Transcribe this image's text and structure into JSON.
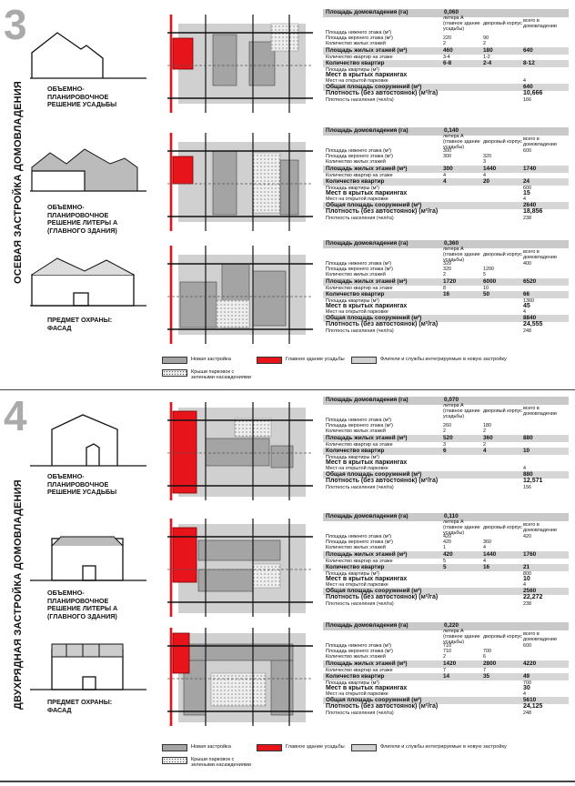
{
  "sections": [
    {
      "number": "3",
      "vertical_title": "ОСЕВАЯ ЗАСТРОЙКА ДОМОВЛАДЕНИЯ",
      "rows": [
        {
          "caption": "ОБЪЕМНО-\nПЛАНИРОВОЧНОЕ\nРЕШЕНИЕ УСАДЬБЫ",
          "table": {
            "title": "Площадь домовладения (га)",
            "area": "0,060",
            "head": [
              "литера А (главное здание усадьбы)",
              "дворовый корпус",
              "всего в домовладении"
            ],
            "rows": [
              {
                "label": "Площадь нижнего этажа (м²)",
                "v": [
                  "",
                  "",
                  ""
                ]
              },
              {
                "label": "Площадь верхнего этажа (м²)",
                "v": [
                  "220",
                  "90",
                  ""
                ]
              },
              {
                "label": "Количество жилых этажей",
                "v": [
                  "2",
                  "2",
                  ""
                ]
              },
              {
                "label": "Площадь жилых этажей (м²)",
                "v": [
                  "460",
                  "180",
                  "640"
                ],
                "shade": true
              },
              {
                "label": "Количество квартир на этаже",
                "v": [
                  "3-4",
                  "1-2",
                  ""
                ]
              },
              {
                "label": "Количество квартир",
                "v": [
                  "6-8",
                  "2-4",
                  "8-12"
                ],
                "shade": true
              },
              {
                "label": "Площадь квартиры (м²)",
                "v": [
                  "",
                  "",
                  ""
                ]
              },
              {
                "label": "Мест в крытых паркингах",
                "v": [
                  "",
                  "",
                  ""
                ],
                "big": true
              },
              {
                "label": "Мест на открытой парковке",
                "v": [
                  "",
                  "",
                  "4"
                ]
              },
              {
                "label": "Общая площадь сооружений (м²)",
                "v": [
                  "",
                  "",
                  "640"
                ],
                "shade": true
              },
              {
                "label": "Плотность (без автостоянок) (м²/га)",
                "v": [
                  "",
                  "",
                  "10,666"
                ],
                "big": true
              },
              {
                "label": "Плотность населения (чел/га)",
                "v": [
                  "",
                  "",
                  "166"
                ]
              }
            ]
          }
        },
        {
          "caption": "ОБЪЕМНО-\nПЛАНИРОВОЧНОЕ\nРЕШЕНИЕ ЛИТЕРЫ А\n(ГЛАВНОГО ЗДАНИЯ)",
          "table": {
            "title": "Площадь домовладения (га)",
            "area": "0,140",
            "head": [
              "литера А (главное здание усадьбы)",
              "дворовый корпус",
              "всего в домовладении"
            ],
            "rows": [
              {
                "label": "Площадь нижнего этажа (м²)",
                "v": [
                  "300",
                  "",
                  "600"
                ]
              },
              {
                "label": "Площадь верхнего этажа (м²)",
                "v": [
                  "300",
                  "320",
                  ""
                ]
              },
              {
                "label": "Количество жилых этажей",
                "v": [
                  "",
                  "3",
                  ""
                ]
              },
              {
                "label": "Площадь жилых этажей (м²)",
                "v": [
                  "300",
                  "1440",
                  "1740"
                ],
                "shade": true
              },
              {
                "label": "Количество квартир на этаже",
                "v": [
                  "4",
                  "4",
                  ""
                ]
              },
              {
                "label": "Количество квартир",
                "v": [
                  "4",
                  "20",
                  "24"
                ],
                "shade": true
              },
              {
                "label": "Площадь квартиры (м²)",
                "v": [
                  "",
                  "",
                  "600"
                ]
              },
              {
                "label": "Мест в крытых паркингах",
                "v": [
                  "",
                  "",
                  "15"
                ],
                "big": true
              },
              {
                "label": "Мест на открытой парковке",
                "v": [
                  "",
                  "",
                  "4"
                ]
              },
              {
                "label": "Общая площадь сооружений (м²)",
                "v": [
                  "",
                  "",
                  "2640"
                ],
                "shade": true
              },
              {
                "label": "Плотность (без автостоянок) (м²/га)",
                "v": [
                  "",
                  "",
                  "18,856"
                ],
                "big": true
              },
              {
                "label": "Плотность населения (чел/га)",
                "v": [
                  "",
                  "",
                  "238"
                ]
              }
            ]
          }
        },
        {
          "caption": "ПРЕДМЕТ ОХРАНЫ:\nФАСАД",
          "table": {
            "title": "Площадь домовладения (га)",
            "area": "0,360",
            "head": [
              "литера А (главное здание усадьбы)",
              "дворовый корпус",
              "всего в домовладении"
            ],
            "rows": [
              {
                "label": "Площадь нижнего этажа (м²)",
                "v": [
                  "320",
                  "",
                  "400"
                ]
              },
              {
                "label": "Площадь верхнего этажа (м²)",
                "v": [
                  "320",
                  "1200",
                  ""
                ]
              },
              {
                "label": "Количество жилых этажей",
                "v": [
                  "2",
                  "5",
                  ""
                ]
              },
              {
                "label": "Площадь жилых этажей (м²)",
                "v": [
                  "1720",
                  "6000",
                  "6520"
                ],
                "shade": true
              },
              {
                "label": "Количество квартир на этаже",
                "v": [
                  "8",
                  "10",
                  ""
                ]
              },
              {
                "label": "Количество квартир",
                "v": [
                  "16",
                  "50",
                  "66"
                ],
                "shade": true
              },
              {
                "label": "Площадь квартиры (м²)",
                "v": [
                  "",
                  "",
                  "1360"
                ]
              },
              {
                "label": "Мест в крытых паркингах",
                "v": [
                  "",
                  "",
                  "45"
                ],
                "big": true
              },
              {
                "label": "Мест на открытой парковке",
                "v": [
                  "",
                  "",
                  "4"
                ]
              },
              {
                "label": "Общая площадь сооружений (м²)",
                "v": [
                  "",
                  "",
                  "8840"
                ],
                "shade": true
              },
              {
                "label": "Плотность (без автостоянок) (м²/га)",
                "v": [
                  "",
                  "",
                  "24,555"
                ],
                "big": true
              },
              {
                "label": "Плотность населения (чел/га)",
                "v": [
                  "",
                  "",
                  "248"
                ]
              }
            ]
          }
        }
      ]
    },
    {
      "number": "4",
      "vertical_title": "ДВУХРЯДНАЯ ЗАСТРОЙКА ДОМОВЛАДЕНИЯ",
      "rows": [
        {
          "caption": "ОБЪЕМНО-\nПЛАНИРОВОЧНОЕ\nРЕШЕНИЕ УСАДЬБЫ",
          "table": {
            "title": "Площадь домовладения (га)",
            "area": "0,070",
            "head": [
              "литера А (главное здание усадьбы)",
              "дворовый корпус",
              "всего в домовладении"
            ],
            "rows": [
              {
                "label": "Площадь нижнего этажа (м²)",
                "v": [
                  "",
                  "",
                  ""
                ]
              },
              {
                "label": "Площадь верхнего этажа (м²)",
                "v": [
                  "260",
                  "180",
                  ""
                ]
              },
              {
                "label": "Количество жилых этажей",
                "v": [
                  "2",
                  "2",
                  ""
                ]
              },
              {
                "label": "Площадь жилых этажей (м²)",
                "v": [
                  "520",
                  "360",
                  "880"
                ],
                "shade": true
              },
              {
                "label": "Количество квартир на этаже",
                "v": [
                  "3",
                  "2",
                  ""
                ]
              },
              {
                "label": "Количество квартир",
                "v": [
                  "6",
                  "4",
                  "10"
                ],
                "shade": true
              },
              {
                "label": "Площадь квартиры (м²)",
                "v": [
                  "",
                  "",
                  ""
                ]
              },
              {
                "label": "Мест в крытых паркингах",
                "v": [
                  "",
                  "",
                  ""
                ],
                "big": true
              },
              {
                "label": "Мест на открытой парковке",
                "v": [
                  "",
                  "",
                  "4"
                ]
              },
              {
                "label": "Общая площадь сооружений (м²)",
                "v": [
                  "",
                  "",
                  "880"
                ],
                "shade": true
              },
              {
                "label": "Плотность (без автостоянок) (м²/га)",
                "v": [
                  "",
                  "",
                  "12,571"
                ],
                "big": true
              },
              {
                "label": "Плотность населения (чел/га)",
                "v": [
                  "",
                  "",
                  "156"
                ]
              }
            ]
          }
        },
        {
          "caption": "ОБЪЕМНО-\nПЛАНИРОВОЧНОЕ\nРЕШЕНИЕ ЛИТЕРЫ А\n(ГЛАВНОГО ЗДАНИЯ)",
          "table": {
            "title": "Площадь домовладения (га)",
            "area": "0,110",
            "head": [
              "литера А (главное здание усадьбы)",
              "дворовый корпус",
              "всего в домовладении"
            ],
            "rows": [
              {
                "label": "Площадь нижнего этажа (м²)",
                "v": [
                  "420",
                  "",
                  "420"
                ]
              },
              {
                "label": "Площадь верхнего этажа (м²)",
                "v": [
                  "420",
                  "360",
                  ""
                ]
              },
              {
                "label": "Количество жилых этажей",
                "v": [
                  "1",
                  "4",
                  ""
                ]
              },
              {
                "label": "Площадь жилых этажей (м²)",
                "v": [
                  "420",
                  "1440",
                  "1760"
                ],
                "shade": true
              },
              {
                "label": "Количество квартир на этаже",
                "v": [
                  "5",
                  "4",
                  ""
                ]
              },
              {
                "label": "Количество квартир",
                "v": [
                  "5",
                  "16",
                  "21"
                ],
                "shade": true
              },
              {
                "label": "Площадь квартиры (м²)",
                "v": [
                  "",
                  "",
                  "800"
                ]
              },
              {
                "label": "Мест в крытых паркингах",
                "v": [
                  "",
                  "",
                  "10"
                ],
                "big": true
              },
              {
                "label": "Мест на открытой парковке",
                "v": [
                  "",
                  "",
                  "4"
                ]
              },
              {
                "label": "Общая площадь сооружений (м²)",
                "v": [
                  "",
                  "",
                  "2560"
                ],
                "shade": true
              },
              {
                "label": "Плотность (без автостоянок) (м²/га)",
                "v": [
                  "",
                  "",
                  "22,272"
                ],
                "big": true
              },
              {
                "label": "Плотность населения (чел/га)",
                "v": [
                  "",
                  "",
                  "238"
                ]
              }
            ]
          }
        },
        {
          "caption": "ПРЕДМЕТ ОХРАНЫ:\nФАСАД",
          "table": {
            "title": "Площадь домовладения (га)",
            "area": "0,220",
            "head": [
              "литера А (главное здание усадьбы)",
              "дворовый корпус",
              "всего в домовладении"
            ],
            "rows": [
              {
                "label": "Площадь нижнего этажа (м²)",
                "v": [
                  "710",
                  "",
                  "600"
                ]
              },
              {
                "label": "Площадь верхнего этажа (м²)",
                "v": [
                  "710",
                  "700",
                  ""
                ]
              },
              {
                "label": "Количество жилых этажей",
                "v": [
                  "2",
                  "6",
                  ""
                ]
              },
              {
                "label": "Площадь жилых этажей (м²)",
                "v": [
                  "1420",
                  "2800",
                  "4220"
                ],
                "shade": true
              },
              {
                "label": "Количество квартир на этаже",
                "v": [
                  "7",
                  "7",
                  ""
                ]
              },
              {
                "label": "Количество квартир",
                "v": [
                  "14",
                  "35",
                  "49"
                ],
                "shade": true
              },
              {
                "label": "Площадь квартиры (м²)",
                "v": [
                  "",
                  "",
                  "700"
                ]
              },
              {
                "label": "Мест в крытых паркингах",
                "v": [
                  "",
                  "",
                  "30"
                ],
                "big": true
              },
              {
                "label": "Мест на открытой парковке",
                "v": [
                  "",
                  "",
                  "4"
                ]
              },
              {
                "label": "Общая площадь сооружений (м²)",
                "v": [
                  "",
                  "",
                  "5610"
                ],
                "shade": true
              },
              {
                "label": "Плотность (без автостоянок) (м²/га)",
                "v": [
                  "",
                  "",
                  "24,125"
                ],
                "big": true
              },
              {
                "label": "Плотность населения (чел/га)",
                "v": [
                  "",
                  "",
                  "248"
                ]
              }
            ]
          }
        }
      ]
    }
  ],
  "legend": {
    "new_building": "Новая застройка",
    "main_building": "Главное здание усадьбы",
    "wings": "Флигели и службы интегрируемые в новую застройку",
    "green": "Крыши парковок с зелеными насаждениями"
  },
  "colors": {
    "red": "#e8141c",
    "gray": "#a4a4a4",
    "light": "#d0d0d0"
  }
}
